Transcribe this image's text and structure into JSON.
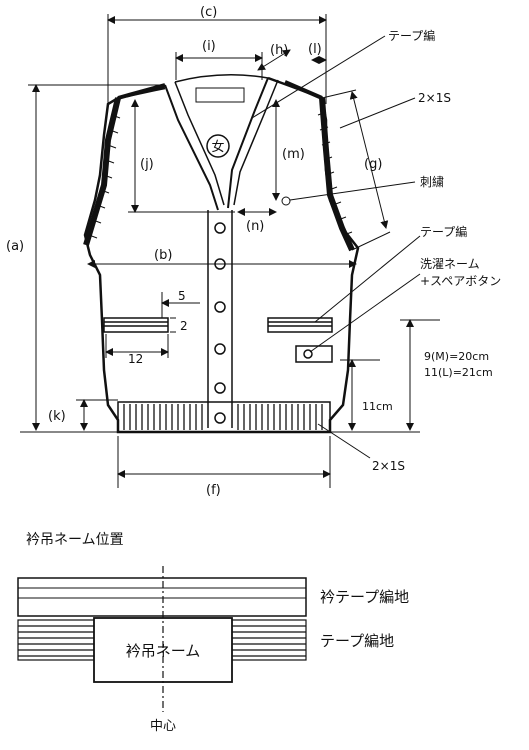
{
  "diagram": {
    "dimension_labels": {
      "a": "(a)",
      "b": "(b)",
      "c": "(c)",
      "f": "(f)",
      "g": "(g)",
      "h": "(h)",
      "i": "(i)",
      "j": "(j)",
      "k": "(k)",
      "l": "(l)",
      "m": "(m)",
      "n": "(n)"
    },
    "callouts": {
      "tape_knit_top": "テープ編",
      "rib_2x1s_top": "2×1S",
      "embroidery": "刺繍",
      "tape_knit_side": "テープ編",
      "care_label_line1": "洗濯ネーム",
      "care_label_line2": "+スペアボタン",
      "rib_2x1s_bottom": "2×1S"
    },
    "pocket": {
      "offset": "5",
      "height": "2",
      "width": "12"
    },
    "measurements": {
      "size_m": "9(M)=20cm",
      "size_l": "11(L)=21cm",
      "hem": "11cm"
    },
    "emblem": "女"
  },
  "label_detail": {
    "title": "衿吊ネーム位置",
    "collar_tape": "衿テープ編地",
    "tape_fabric": "テープ編地",
    "hanger_label": "衿吊ネーム",
    "center": "中心"
  }
}
